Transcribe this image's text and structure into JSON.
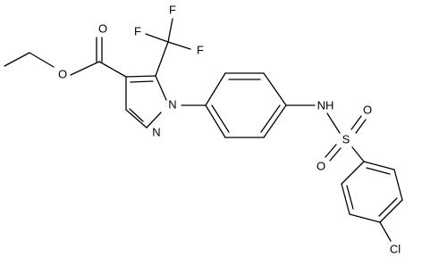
{
  "molecule": {
    "atoms": {
      "O_carbonyl": "O",
      "O_ester": "O",
      "F_left": "F",
      "F_top": "F",
      "F_right": "F",
      "N_pyrazole_1": "N",
      "N_pyrazole_2": "N",
      "NH": "NH",
      "S": "S",
      "O_sulfonyl_1": "O",
      "O_sulfonyl_2": "O",
      "Cl": "Cl"
    }
  }
}
